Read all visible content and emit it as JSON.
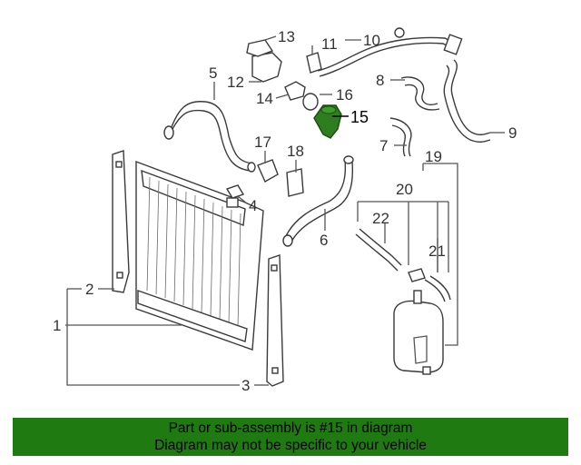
{
  "diagram": {
    "callouts": [
      "1",
      "2",
      "3",
      "4",
      "5",
      "6",
      "7",
      "8",
      "9",
      "10",
      "11",
      "12",
      "13",
      "14",
      "15",
      "16",
      "17",
      "18",
      "19",
      "20",
      "21",
      "22"
    ],
    "highlight_color": "#2e7d1e"
  },
  "banner": {
    "line1": "Part or sub-assembly is #15 in diagram",
    "line2": "Diagram may not be specific to your vehicle",
    "background": "#1f7a12"
  }
}
